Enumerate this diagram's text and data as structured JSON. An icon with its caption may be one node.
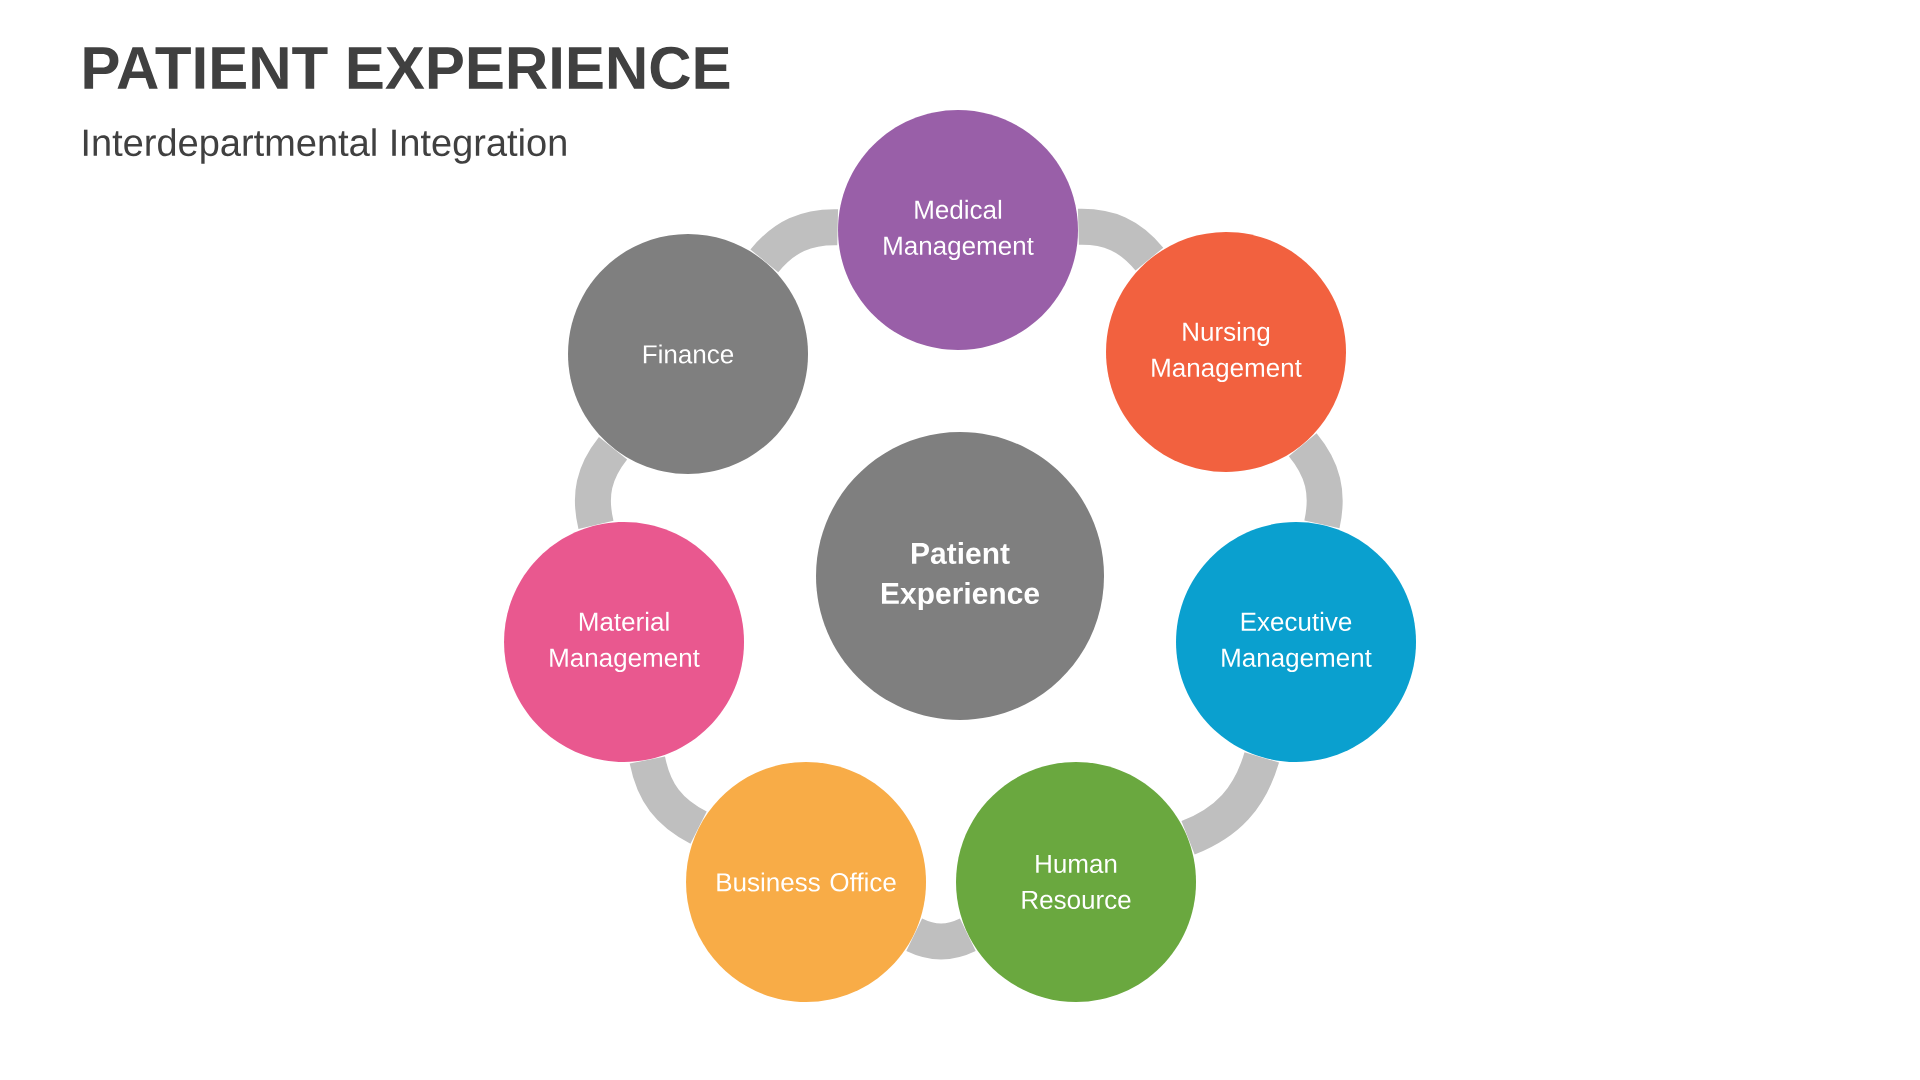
{
  "diagram": {
    "title": "PATIENT EXPERIENCE",
    "caption": "Interdepartmental Integration",
    "nodes": [
      {
        "text": [
          "Patient Experience"
        ]
      },
      {
        "text": [
          "Medical Management"
        ]
      },
      {
        "text": [
          "Nursing Management"
        ]
      },
      {
        "text": [
          "Executive Management"
        ]
      },
      {
        "text": [
          "Human Resource"
        ]
      },
      {
        "text": [
          "Business Office"
        ]
      },
      {
        "text": [
          "Material Management"
        ]
      },
      {
        "text": [
          "Finance"
        ]
      }
    ],
    "edges": [
      {
        "from": 1,
        "to": 2,
        "arrow": "none"
      },
      {
        "from": 2,
        "to": 3,
        "arrow": "none"
      },
      {
        "from": 3,
        "to": 4,
        "arrow": "none"
      },
      {
        "from": 4,
        "to": 5,
        "arrow": "none"
      },
      {
        "from": 5,
        "to": 6,
        "arrow": "none"
      },
      {
        "from": 6,
        "to": 7,
        "arrow": "none"
      },
      {
        "from": 7,
        "to": 1,
        "arrow": "none"
      }
    ]
  }
}
